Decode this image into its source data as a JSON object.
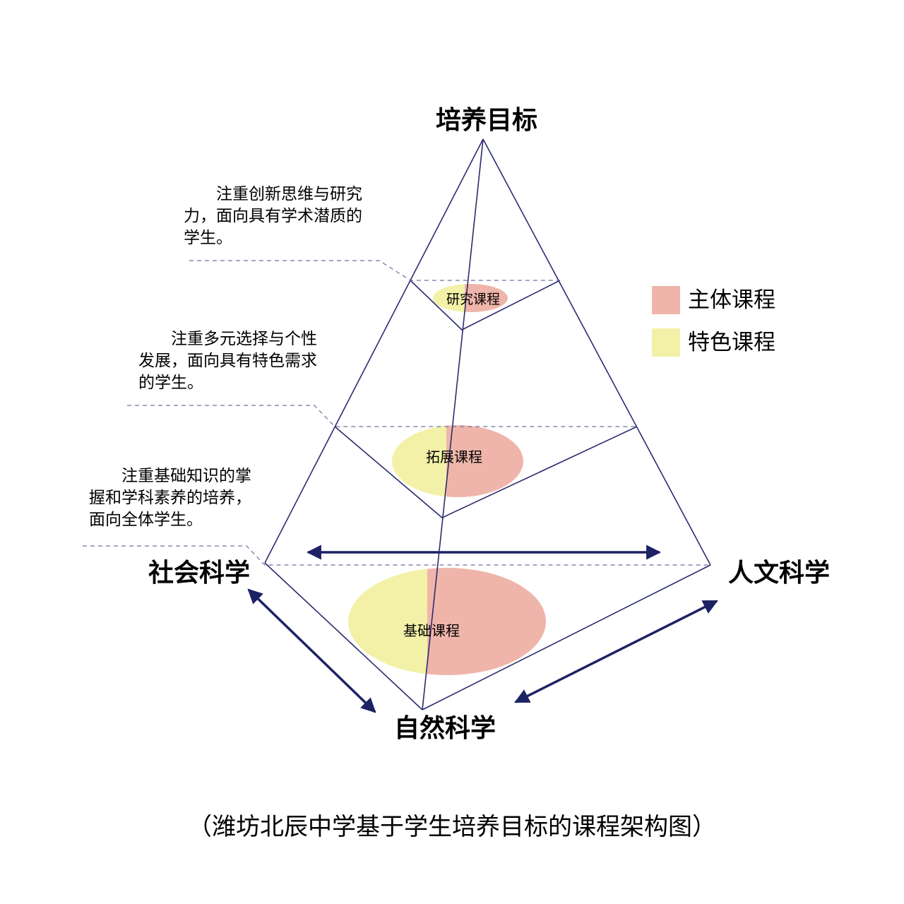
{
  "colors": {
    "main_course": "#efb5aa",
    "feature_course": "#f3f1a7",
    "line": "#2c2c6e",
    "arrow": "#1d2265",
    "dashed": "#6f6fa0"
  },
  "nodes": {
    "top": "培养目标",
    "left": "社会科学",
    "right": "人文科学",
    "bottom": "自然科学"
  },
  "levels": [
    {
      "course": "研究课程",
      "note": "注重创新思维与研究力，面向具有学术潜质的学生。"
    },
    {
      "course": "拓展课程",
      "note": "注重多元选择与个性发展，面向具有特色需求的学生。"
    },
    {
      "course": "基础课程",
      "note": "注重基础知识的掌握和学科素养的培养，面向全体学生。"
    }
  ],
  "legend": [
    {
      "label": "主体课程",
      "color": "#efb5aa"
    },
    {
      "label": "特色课程",
      "color": "#f3f1a7"
    }
  ],
  "caption": "（潍坊北辰中学基于学生培养目标的课程架构图）"
}
